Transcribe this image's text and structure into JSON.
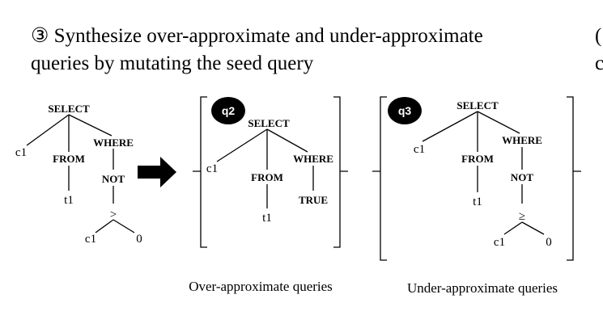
{
  "heading": {
    "step_marker": "③",
    "line1": "Synthesize over-approximate and under-approximate",
    "line2": "queries by mutating the seed query",
    "next_step_marker": "(",
    "next_line2": "c"
  },
  "seed_tree": {
    "root": "SELECT",
    "col": "c1",
    "from": "FROM",
    "table": "t1",
    "where": "WHERE",
    "not": "NOT",
    "op": ">",
    "left": "c1",
    "right": "0"
  },
  "over_query": {
    "badge": "q2",
    "root": "SELECT",
    "col": "c1",
    "from": "FROM",
    "table": "t1",
    "where": "WHERE",
    "cond": "TRUE"
  },
  "under_query": {
    "badge": "q3",
    "root": "SELECT",
    "col": "c1",
    "from": "FROM",
    "table": "t1",
    "where": "WHERE",
    "not": "NOT",
    "op": "≥",
    "left": "c1",
    "right": "0"
  },
  "captions": {
    "over": "Over-approximate queries",
    "under": "Under-approximate queries"
  },
  "colors": {
    "ink": "#000000",
    "badge": "#000000",
    "background": "#ffffff"
  }
}
